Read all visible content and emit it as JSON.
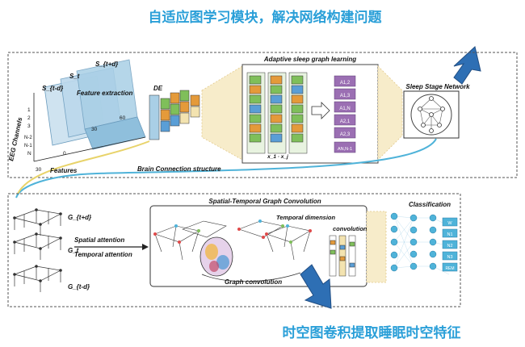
{
  "captions": {
    "top": "自适应图学习模块，解决网络构建问题",
    "bottom": "时空图卷积提取睡眠时空特征"
  },
  "top_panel": {
    "slices": [
      "S_{t-d}",
      "S_t",
      "S_{t+d}"
    ],
    "feature_extraction": "Feature extraction",
    "eeg_channels": "EEG Channels",
    "channel_ticks": [
      "1",
      "2",
      "3",
      "N-2",
      "N-1",
      "N"
    ],
    "time_ticks": [
      "0",
      "30",
      "60"
    ],
    "axis_30": "30",
    "de": "DE",
    "adaptive_title": "Adaptive sleep graph learning",
    "pair_label": "x_1 · x_j",
    "a_labels": [
      "A1,2",
      "A1,3",
      "A1,N",
      "A2,1",
      "A2,3",
      "AN,N-1"
    ],
    "sleep_stage_network": "Sleep Stage Network"
  },
  "connectors": {
    "features": "Features",
    "brain_connection": "Brain Connection structure"
  },
  "bottom_panel": {
    "graphs": [
      "G_{t+d}",
      "G_t",
      "G_{t-d}"
    ],
    "spatial_attention": "Spatial attention",
    "temporal_attention": "Temporal attention",
    "stgc_title": "Spatial-Temporal Graph Convolution",
    "temporal_dimension": "Temporal dimension",
    "convolution": "convolution",
    "graph_convolution": "Graph convolution",
    "classification": "Classification",
    "classes": [
      "W",
      "N1",
      "N2",
      "N3",
      "REM"
    ]
  },
  "colors": {
    "caption": "#2a9fd8",
    "arrow": "#2e6fb4",
    "cube": "#a9cfe6",
    "cell_green": "#7fbf5a",
    "cell_orange": "#e49a3a",
    "cell_blue": "#5a9ed6",
    "a_box": "#9b6fb3",
    "trapezoid": "#f3e3b0",
    "node": "#4fb3d9"
  }
}
